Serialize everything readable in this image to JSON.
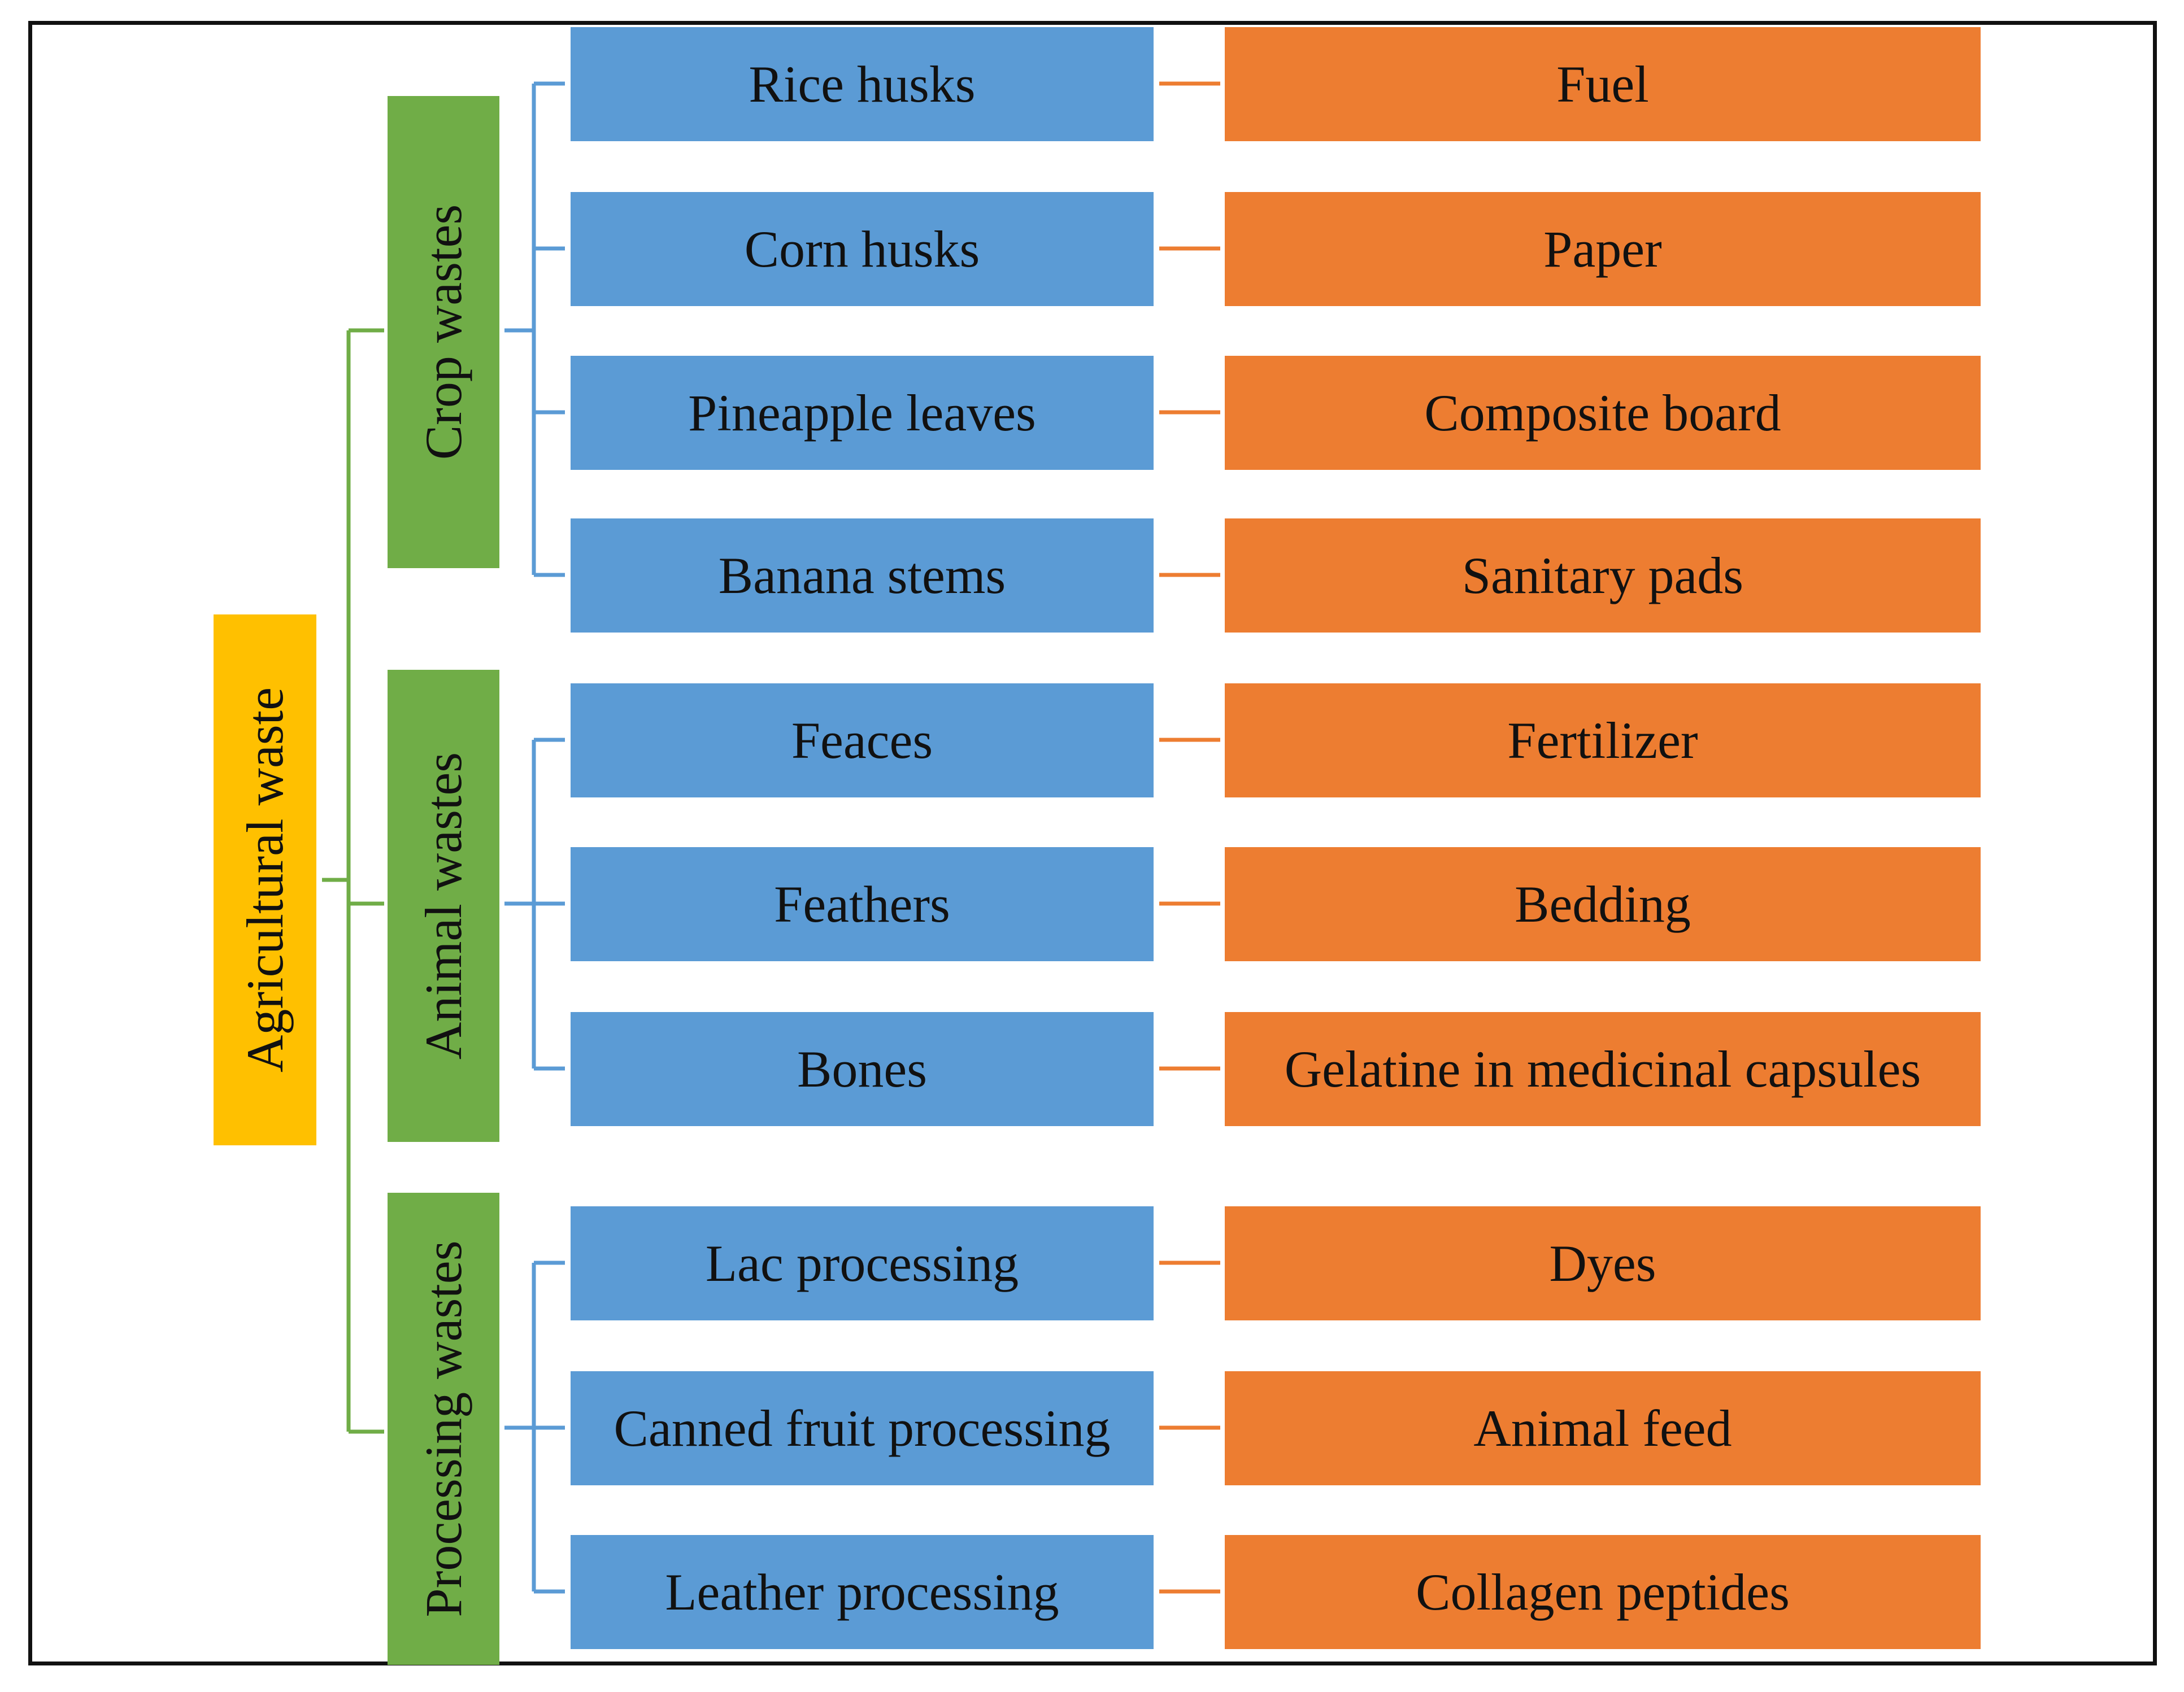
{
  "colors": {
    "root": "#FFC000",
    "category": "#70AD47",
    "source": "#5B9BD5",
    "application": "#ED7D31",
    "root_connector": "#70AD47",
    "category_connector": "#5B9BD5",
    "item_connector": "#ED7D31"
  },
  "root": {
    "label": "Agricultural waste"
  },
  "categories": [
    {
      "label": "Crop wastes",
      "items": [
        {
          "source": "Rice husks",
          "application": "Fuel"
        },
        {
          "source": "Corn husks",
          "application": "Paper"
        },
        {
          "source": "Pineapple leaves",
          "application": "Composite board"
        },
        {
          "source": "Banana stems",
          "application": "Sanitary pads"
        }
      ]
    },
    {
      "label": "Animal wastes",
      "items": [
        {
          "source": "Feaces",
          "application": "Fertilizer"
        },
        {
          "source": "Feathers",
          "application": "Bedding"
        },
        {
          "source": "Bones",
          "application": "Gelatine in medicinal capsules"
        }
      ]
    },
    {
      "label": "Processing wastes",
      "items": [
        {
          "source": "Lac processing",
          "application": "Dyes"
        },
        {
          "source": "Canned fruit processing",
          "application": "Animal feed"
        },
        {
          "source": "Leather processing",
          "application": "Collagen peptides"
        }
      ]
    }
  ]
}
